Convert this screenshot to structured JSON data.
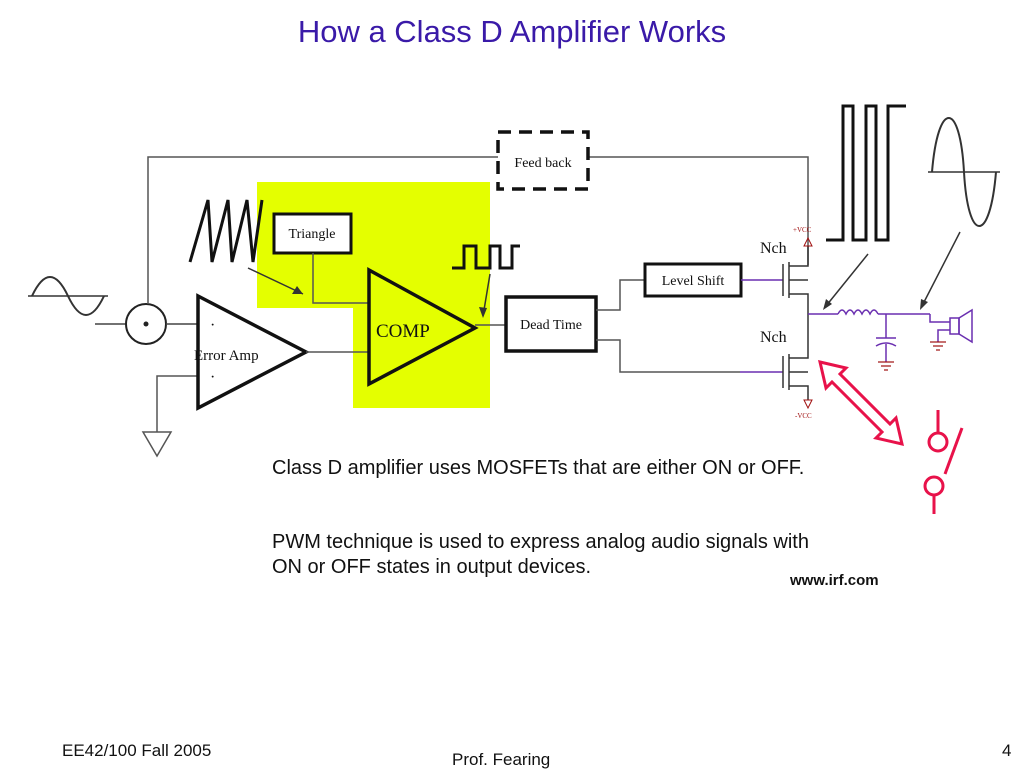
{
  "slide": {
    "title": "How a Class D Amplifier Works",
    "paragraphs": [
      "Class D amplifier uses MOSFETs that are either ON or OFF.",
      "PWM technique is used to express analog audio signals with ON or OFF states in output devices."
    ],
    "source": "www.irf.com"
  },
  "diagram": {
    "labels": {
      "feedback": "Feed back",
      "triangle": "Triangle",
      "comp": "COMP",
      "error_amp": "Error Amp",
      "dead_time": "Dead Time",
      "level_shift": "Level Shift",
      "nch_top": "Nch",
      "nch_bottom": "Nch",
      "vcc_pos": "+VCC",
      "vcc_neg": "-VCC"
    },
    "colors": {
      "highlight": "#e4ff00",
      "switch_arrow": "#e8124a",
      "mosfet_gate": "#6a2fb0",
      "title": "#3a1aa8"
    }
  },
  "footer": {
    "left": "EE42/100 Fall 2005",
    "center": "Prof. Fearing",
    "right": "4"
  }
}
